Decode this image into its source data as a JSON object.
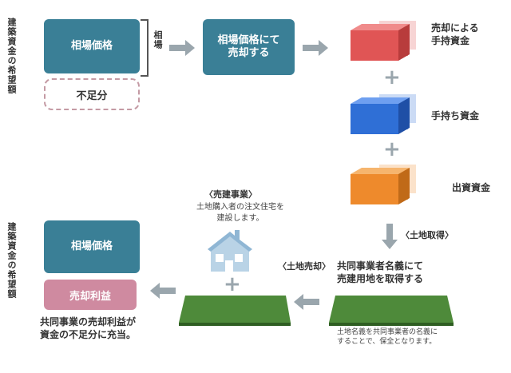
{
  "top": {
    "vertical_label": "建築資金の希望額",
    "market_price": "相場価格",
    "shortfall": "不足分",
    "bracket_label": "相場",
    "sell_box": "相場価格にて\n売却する"
  },
  "funds": {
    "sale_funds": "売却による\n手持資金",
    "own_funds": "手持ち資金",
    "investment": "出資資金"
  },
  "middle": {
    "land_acquisition": "〈土地取得〉",
    "joint_purchase": "共同事業者名義にて\n売建用地を取得する",
    "land_note": "土地名義を共同事業者の名義に\nすることで、保全となります。",
    "land_sale": "〈土地売却〉",
    "build_sell_title": "〈売建事業〉",
    "build_sell_desc": "土地購入者の注文住宅を\n建設します。"
  },
  "bottom": {
    "vertical_label": "建築資金の希望額",
    "market_price": "相場価格",
    "sale_profit": "売却利益",
    "profit_note": "共同事業の売却利益が\n資金の不足分に充当。"
  },
  "colors": {
    "teal": "#3a7f96",
    "red_block": "#e05555",
    "blue_block": "#2f6fd6",
    "orange_block": "#ee8a2c",
    "green_plot": "#4e8a3a",
    "pink": "#cf8aa0",
    "arrow_gray": "#9aa6ad"
  }
}
